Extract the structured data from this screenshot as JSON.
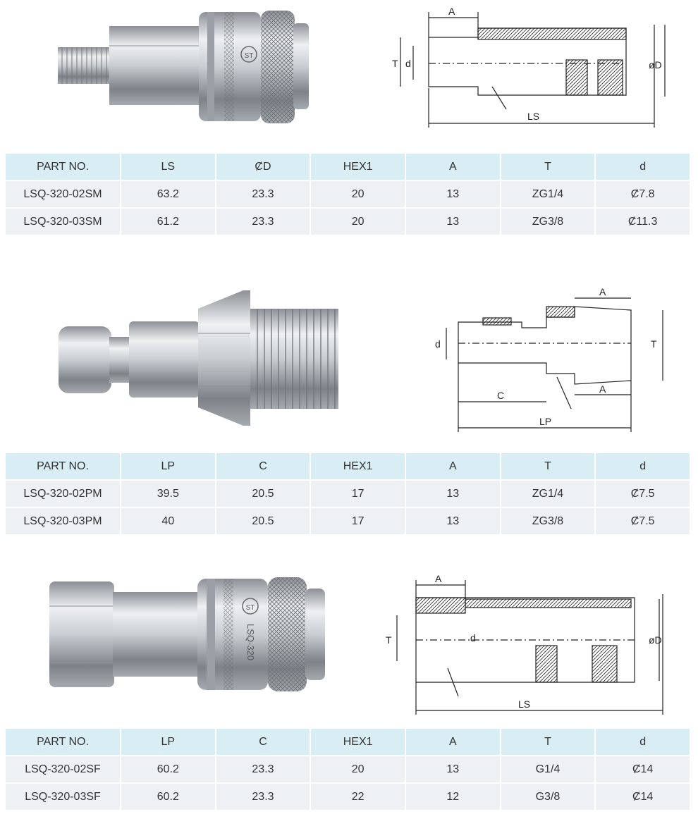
{
  "products": [
    {
      "id": "socket-male",
      "diagram_labels": {
        "a": "A",
        "t": "T",
        "d": "d",
        "od": "øD",
        "ls": "LS"
      },
      "headers": [
        "PART NO.",
        "LS",
        "ȻD",
        "HEX1",
        "A",
        "T",
        "d"
      ],
      "rows": [
        [
          "LSQ-320-02SM",
          "63.2",
          "23.3",
          "20",
          "13",
          "ZG1/4",
          "Ȼ7.8"
        ],
        [
          "LSQ-320-03SM",
          "61.2",
          "23.3",
          "20",
          "13",
          "ZG3/8",
          "Ȼ11.3"
        ]
      ]
    },
    {
      "id": "plug-male",
      "diagram_labels": {
        "a_top": "A",
        "a_bottom": "A",
        "t": "T",
        "d": "d",
        "c": "C",
        "lp": "LP"
      },
      "headers": [
        "PART NO.",
        "LP",
        "C",
        "HEX1",
        "A",
        "T",
        "d"
      ],
      "rows": [
        [
          "LSQ-320-02PM",
          "39.5",
          "20.5",
          "17",
          "13",
          "ZG1/4",
          "Ȼ7.5"
        ],
        [
          "LSQ-320-03PM",
          "40",
          "20.5",
          "17",
          "13",
          "ZG3/8",
          "Ȼ7.5"
        ]
      ]
    },
    {
      "id": "socket-female",
      "diagram_labels": {
        "a": "A",
        "t": "T",
        "d": "d",
        "od": "øD",
        "ls": "LS"
      },
      "headers": [
        "PART NO.",
        "LP",
        "C",
        "HEX1",
        "A",
        "T",
        "d"
      ],
      "rows": [
        [
          "LSQ-320-02SF",
          "60.2",
          "23.3",
          "20",
          "13",
          "G1/4",
          "Ȼ14"
        ],
        [
          "LSQ-320-03SF",
          "60.2",
          "23.3",
          "22",
          "12",
          "G3/8",
          "Ȼ14"
        ]
      ]
    }
  ],
  "photo_stamp": {
    "logo": "ST",
    "marking": "LSQ-320"
  },
  "colors": {
    "header_bg": "#d9edf4",
    "row_bg": "#eef1f3",
    "text": "#333333",
    "metal": "#c9ced3"
  }
}
